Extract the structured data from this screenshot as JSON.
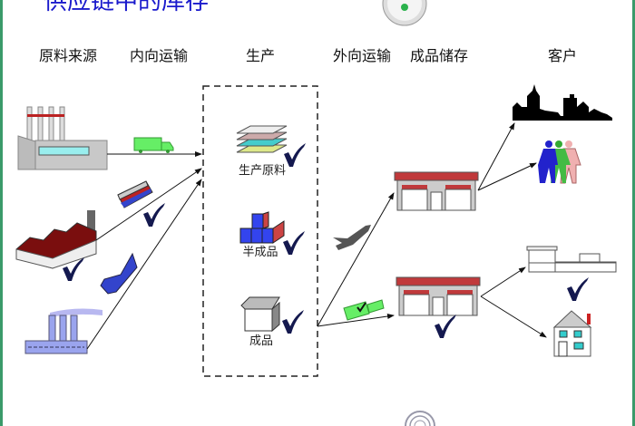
{
  "title": "供应链中的库存",
  "headers": [
    "原料来源",
    "内向运输",
    "生产",
    "外向运输",
    "成品储存",
    "客户"
  ],
  "production_items": [
    "生产原料",
    "半成品",
    "成品"
  ],
  "colors": {
    "title": "#1a1acc",
    "border": "#3a9a6a",
    "check": "#14194f",
    "store_roof": "#c0393b",
    "truck": "#66ee66"
  }
}
